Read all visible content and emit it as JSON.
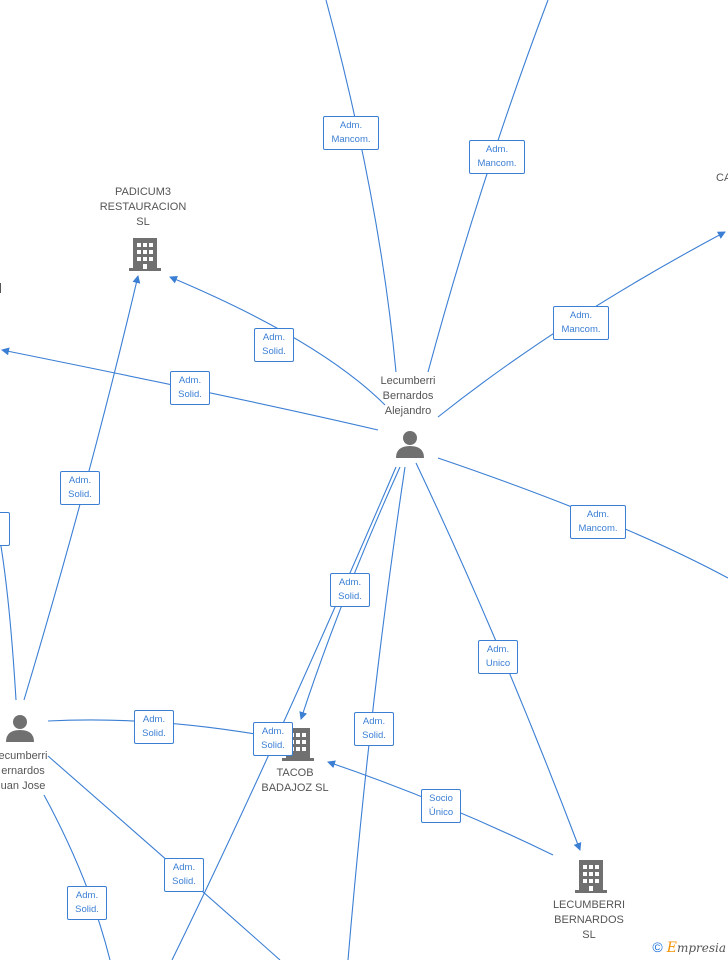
{
  "nodes": {
    "padicum": {
      "lines": [
        "PADICUM3",
        "RESTAURACION",
        "SL"
      ],
      "type": "company"
    },
    "alejandro": {
      "lines": [
        "Lecumberri",
        "Bernardos",
        "Alejandro"
      ],
      "type": "person"
    },
    "juanjose": {
      "lines": [
        "ecumberri",
        "ernardos",
        "uan Jose"
      ],
      "type": "person"
    },
    "tacob": {
      "lines": [
        "TACOB",
        "BADAJOZ  SL"
      ],
      "type": "company"
    },
    "lecumberri_sl": {
      "lines": [
        "LECUMBERRI",
        "BERNARDOS",
        "SL"
      ],
      "type": "company"
    },
    "right_top": {
      "lines": [
        "CA"
      ],
      "type": "label"
    }
  },
  "badges": [
    {
      "id": "b1",
      "l1": "Adm.",
      "l2": "Mancom."
    },
    {
      "id": "b2",
      "l1": "Adm.",
      "l2": "Mancom."
    },
    {
      "id": "b3",
      "l1": "Adm.",
      "l2": "Solid."
    },
    {
      "id": "b4",
      "l1": "Adm.",
      "l2": "Solid."
    },
    {
      "id": "b5",
      "l1": "Adm.",
      "l2": "Mancom."
    },
    {
      "id": "b6",
      "l1": "Adm.",
      "l2": "Solid."
    },
    {
      "id": "b7",
      "l1": "Adm.",
      "l2": "Mancom."
    },
    {
      "id": "b8",
      "l1": "Adm.",
      "l2": "Solid."
    },
    {
      "id": "b9",
      "l1": "Adm.",
      "l2": "Unico"
    },
    {
      "id": "b10",
      "l1": "Adm.",
      "l2": "Solid."
    },
    {
      "id": "b11",
      "l1": "Adm.",
      "l2": "Solid."
    },
    {
      "id": "b12",
      "l1": "Adm.",
      "l2": "Solid."
    },
    {
      "id": "b13",
      "l1": "Socio",
      "l2": "Único"
    },
    {
      "id": "b14",
      "l1": "Adm.",
      "l2": "Solid."
    },
    {
      "id": "b15",
      "l1": "Adm.",
      "l2": "Solid."
    }
  ],
  "brand": {
    "copyright": "©",
    "name_initial": "E",
    "name_rest": "mpresia"
  },
  "colors": {
    "edge": "#3b7fd4",
    "node": "#707070",
    "text": "#555555"
  }
}
